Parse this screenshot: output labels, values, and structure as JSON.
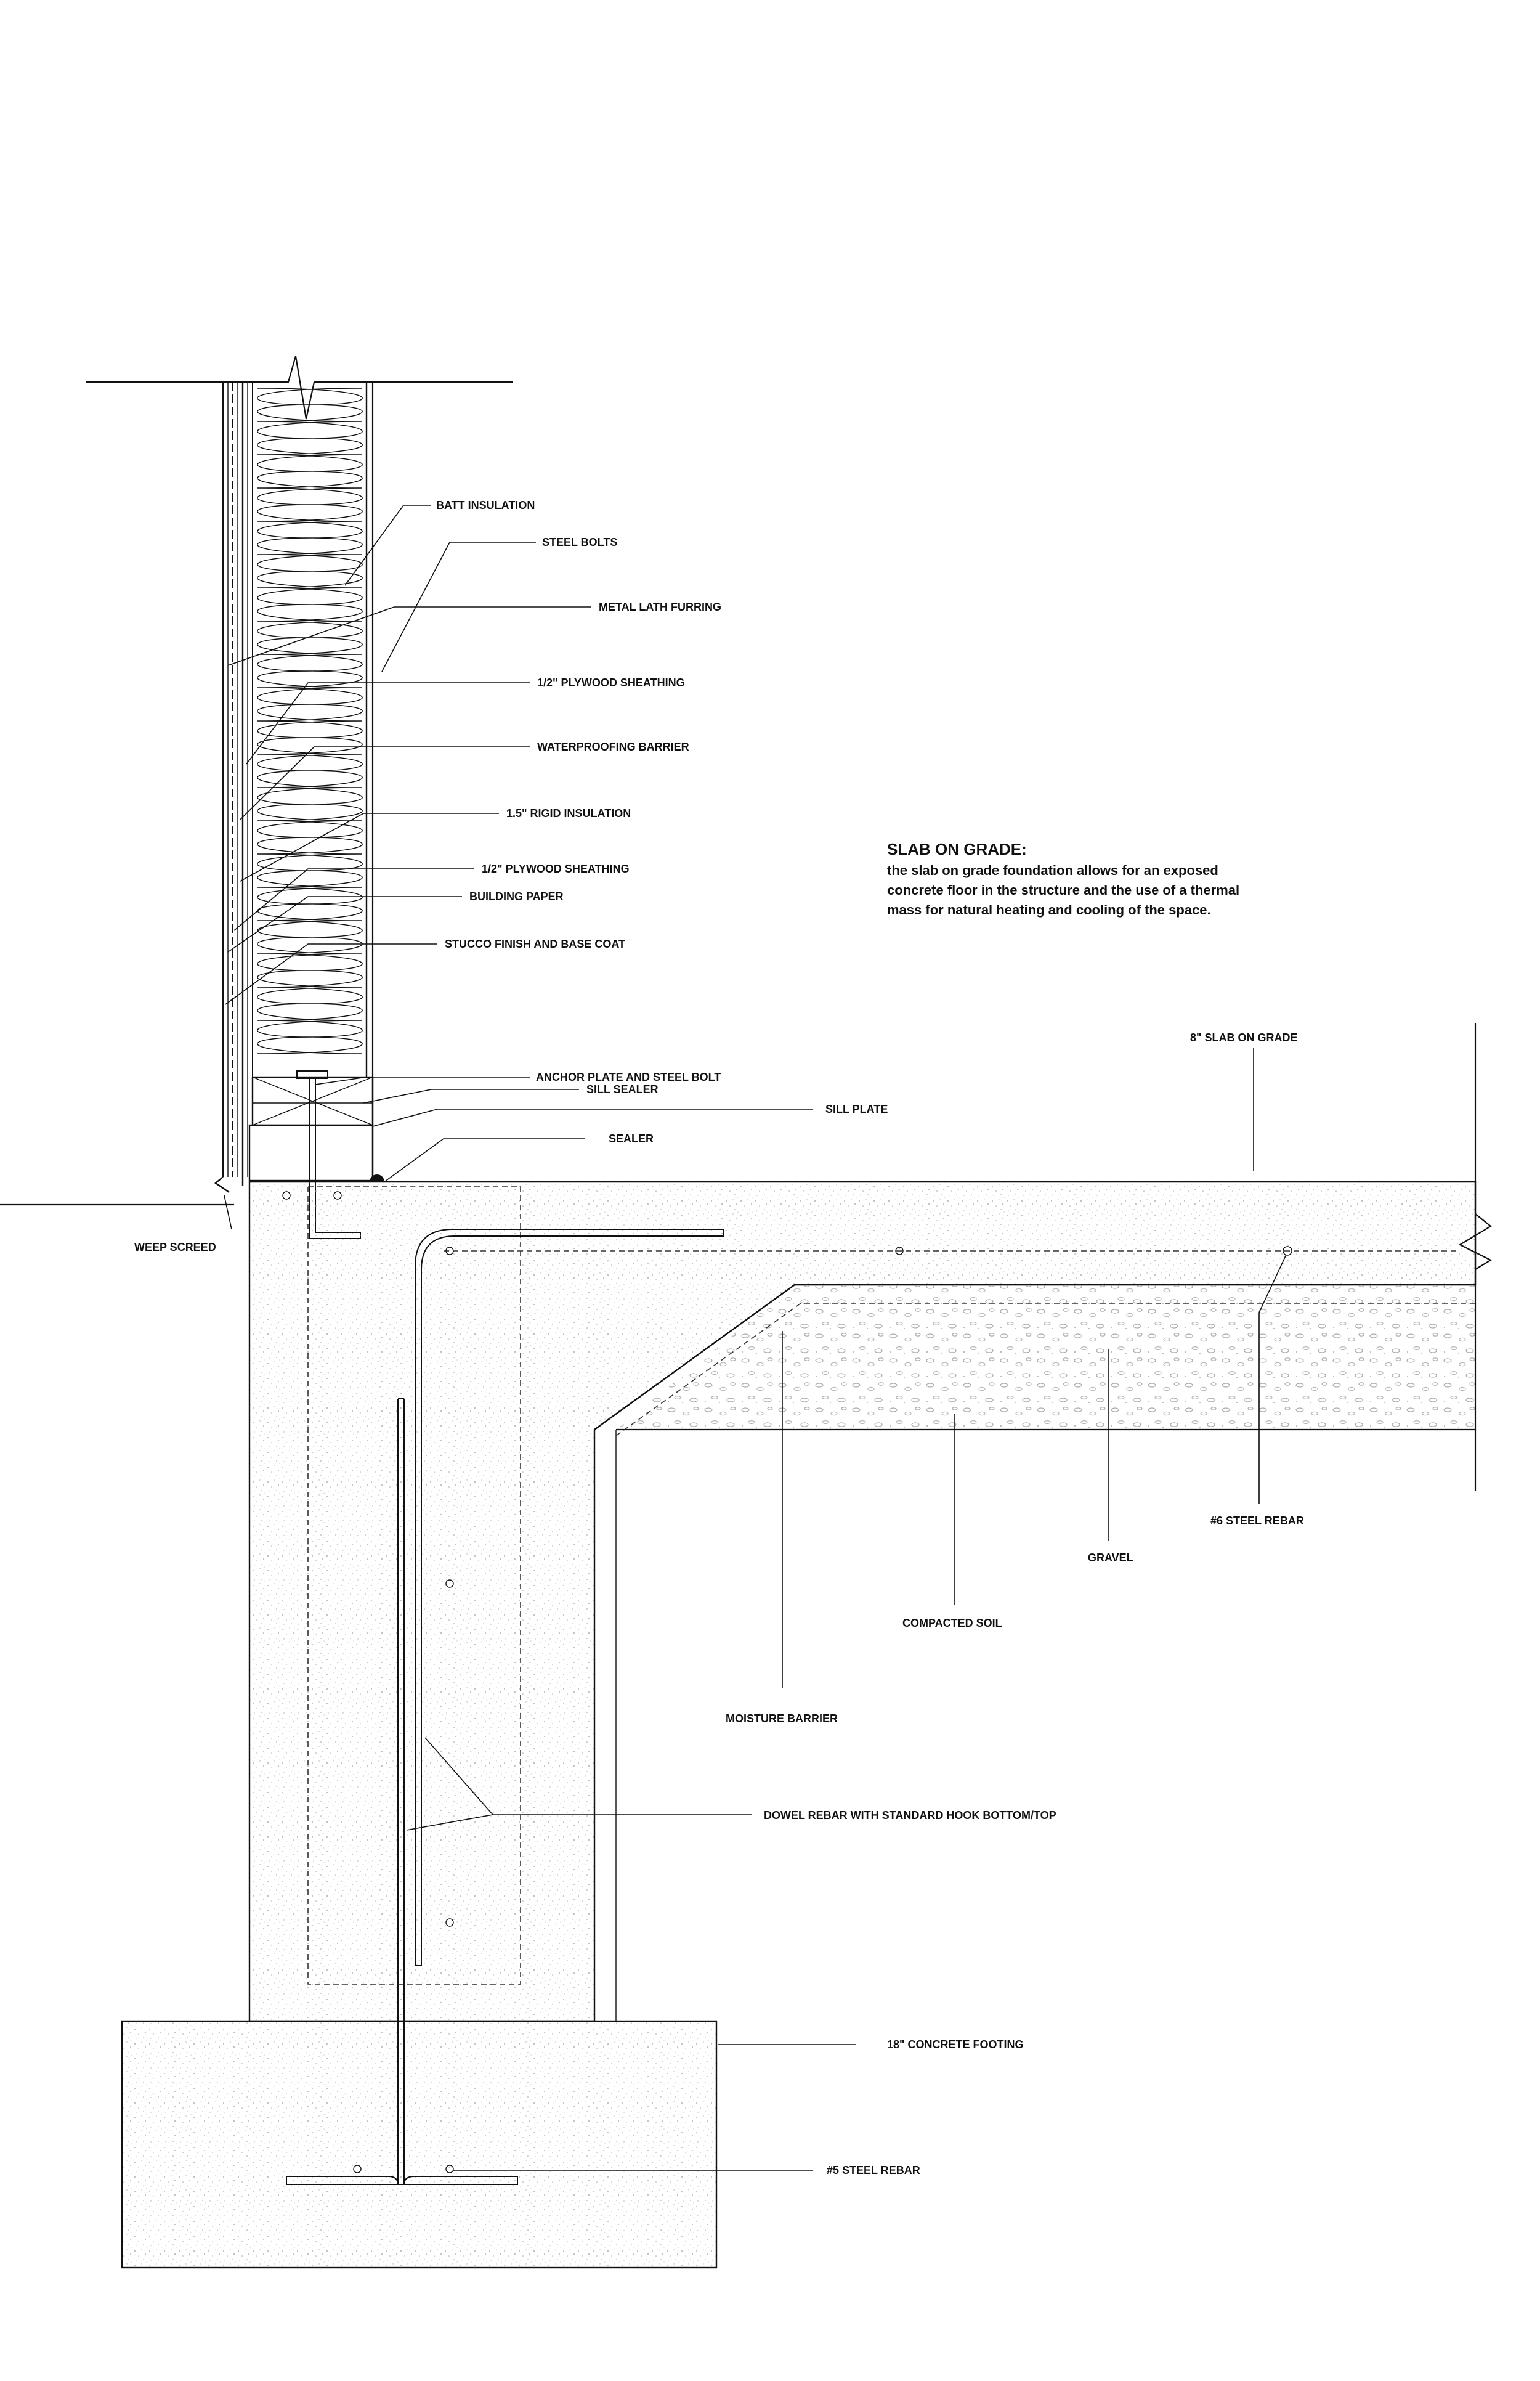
{
  "labels": {
    "batt_insulation": "BATT INSULATION",
    "steel_bolts": "STEEL BOLTS",
    "metal_lath_furring": "METAL LATH FURRING",
    "plywood_sheathing_inner": "1/2\" PLYWOOD SHEATHING",
    "waterproofing_barrier": "WATERPROOFING BARRIER",
    "rigid_insulation": "1.5\" RIGID INSULATION",
    "plywood_sheathing_outer": "1/2\" PLYWOOD SHEATHING",
    "building_paper": "BUILDING PAPER",
    "stucco_finish": "STUCCO FINISH AND BASE COAT",
    "anchor_plate": "ANCHOR PLATE AND STEEL BOLT",
    "sill_sealer": "SILL SEALER",
    "sill_plate": "SILL PLATE",
    "sealer": "SEALER",
    "weep_screed": "WEEP SCREED",
    "slab_on_grade": "8\" SLAB ON GRADE",
    "steel_rebar_6": "#6 STEEL REBAR",
    "gravel": "GRAVEL",
    "compacted_soil": "COMPACTED SOIL",
    "moisture_barrier": "MOISTURE BARRIER",
    "dowel_rebar": "DOWEL REBAR WITH STANDARD HOOK BOTTOM/TOP",
    "concrete_footing": "18\" CONCRETE FOOTING",
    "steel_rebar_5": "#5 STEEL REBAR"
  },
  "note": {
    "title": "SLAB ON GRADE:",
    "line1": "the slab on grade foundation allows for an exposed",
    "line2": "concrete floor in the structure and the use of a thermal",
    "line3": "mass for natural heating and cooling of the space."
  }
}
